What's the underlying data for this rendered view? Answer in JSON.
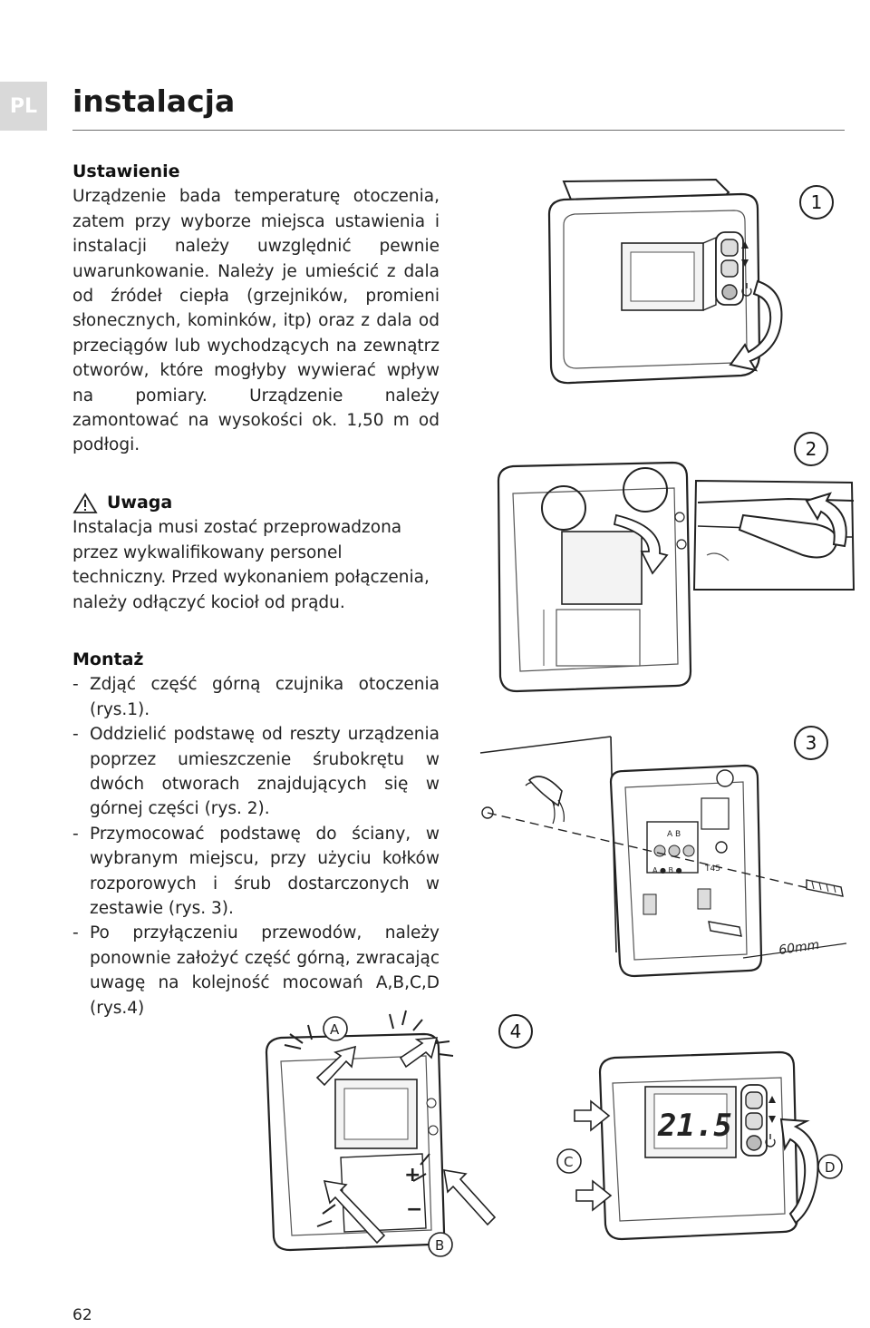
{
  "header": {
    "lang_tab": "PL",
    "title": "instalacja"
  },
  "section_placement": {
    "heading": "Ustawienie",
    "text": "Urządzenie bada temperaturę otoczenia, zatem przy wyborze miejsca ustawienia i instalacji należy uwzględnić pewnie uwarunkowanie. Należy je umieścić z dala od źródeł ciepła (grzejników, promieni słonecznych, kominków, itp) oraz z dala od przeciągów lub wychodzących na zewnątrz otworów, które mogłyby wywierać wpływ na pomiary. Urządzenie należy zamontować na wysokości ok. 1,50 m od podłogi."
  },
  "section_warning": {
    "heading": "Uwaga",
    "icon": "warning-triangle-icon",
    "text": "Instalacja musi zostać przeprowadzona przez wykwalifikowany personel techniczny. Przed wykonaniem połączenia, należy odłączyć kocioł od prądu."
  },
  "section_mounting": {
    "heading": "Montaż",
    "steps": [
      {
        "dash": "-",
        "text": "Zdjąć część górną czujnika otoczenia (rys.1)."
      },
      {
        "dash": "-",
        "text": "Oddzielić podstawę od reszty urządzenia poprzez umieszczenie śrubokrętu w dwóch otworach znajdujących się w górnej części (rys. 2)."
      },
      {
        "dash": "-",
        "text": "Przymocować podstawę do ściany, w wybranym miejscu, przy użyciu kołków rozporowych i śrub dostarczonych w zestawie (rys. 3)."
      },
      {
        "dash": "-",
        "text": "Po przyłączeniu przewodów, należy ponownie założyć część górną, zwracając uwagę na kolejność mocowań A,B,C,D (rys.4)"
      }
    ]
  },
  "figures": {
    "fig1": {
      "badge": "1"
    },
    "fig2": {
      "badge": "2"
    },
    "fig3": {
      "badge": "3",
      "terminals": "A B",
      "terminals_bottom": "A ● B ●",
      "model": "T45",
      "dimension": "60mm"
    },
    "fig4": {
      "badge": "4",
      "display_value": "21.5",
      "labels": {
        "a": "A",
        "b": "B",
        "c": "C",
        "d": "D"
      },
      "plus": "+",
      "minus": "−"
    }
  },
  "footer": {
    "page_number": "62"
  }
}
